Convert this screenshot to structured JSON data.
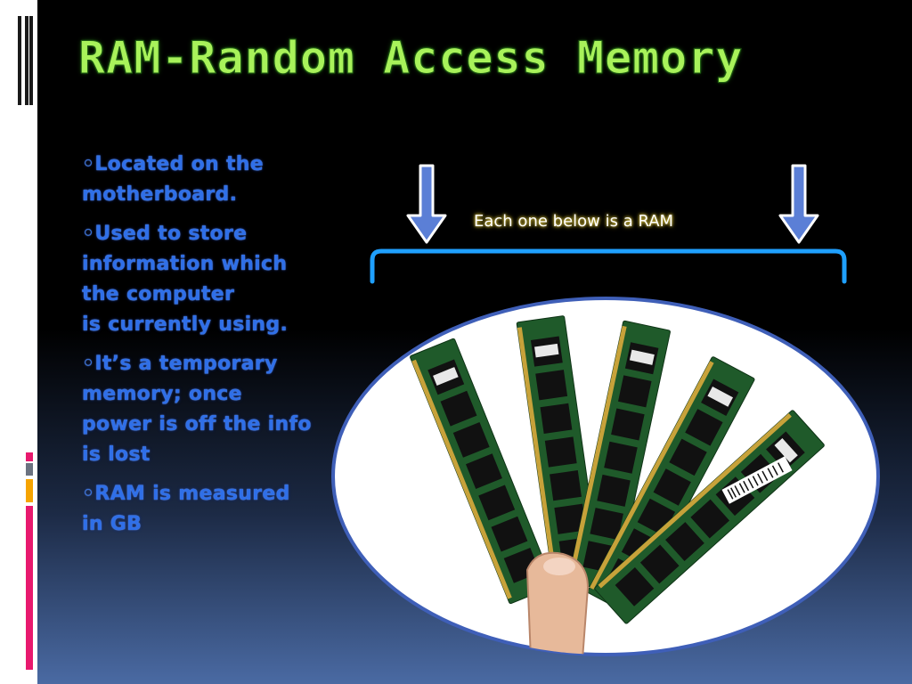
{
  "slide": {
    "title": "RAM-Random Access Memory",
    "bullets": [
      "◦Located on the motherboard.",
      "◦Used to store information which the computer",
      "is currently using.",
      "◦It’s a temporary memory; once power is off  the info is lost",
      "◦RAM is measured in GB"
    ],
    "caption": "Each one below is a RAM",
    "icons": [
      "down-arrow-icon",
      "down-arrow-icon",
      "brace-bracket"
    ],
    "image": "hand-holding-five-ram-modules",
    "colors": {
      "title": "#a8f25a",
      "bullet_text": "#2f6fe8",
      "caption_glow": "#ffe95a",
      "bracket": "#1fa0ff",
      "arrow": "#5b7fd6",
      "accent_pink": "#e8196e",
      "accent_orange": "#f6a400",
      "accent_gray": "#6b7280"
    }
  }
}
